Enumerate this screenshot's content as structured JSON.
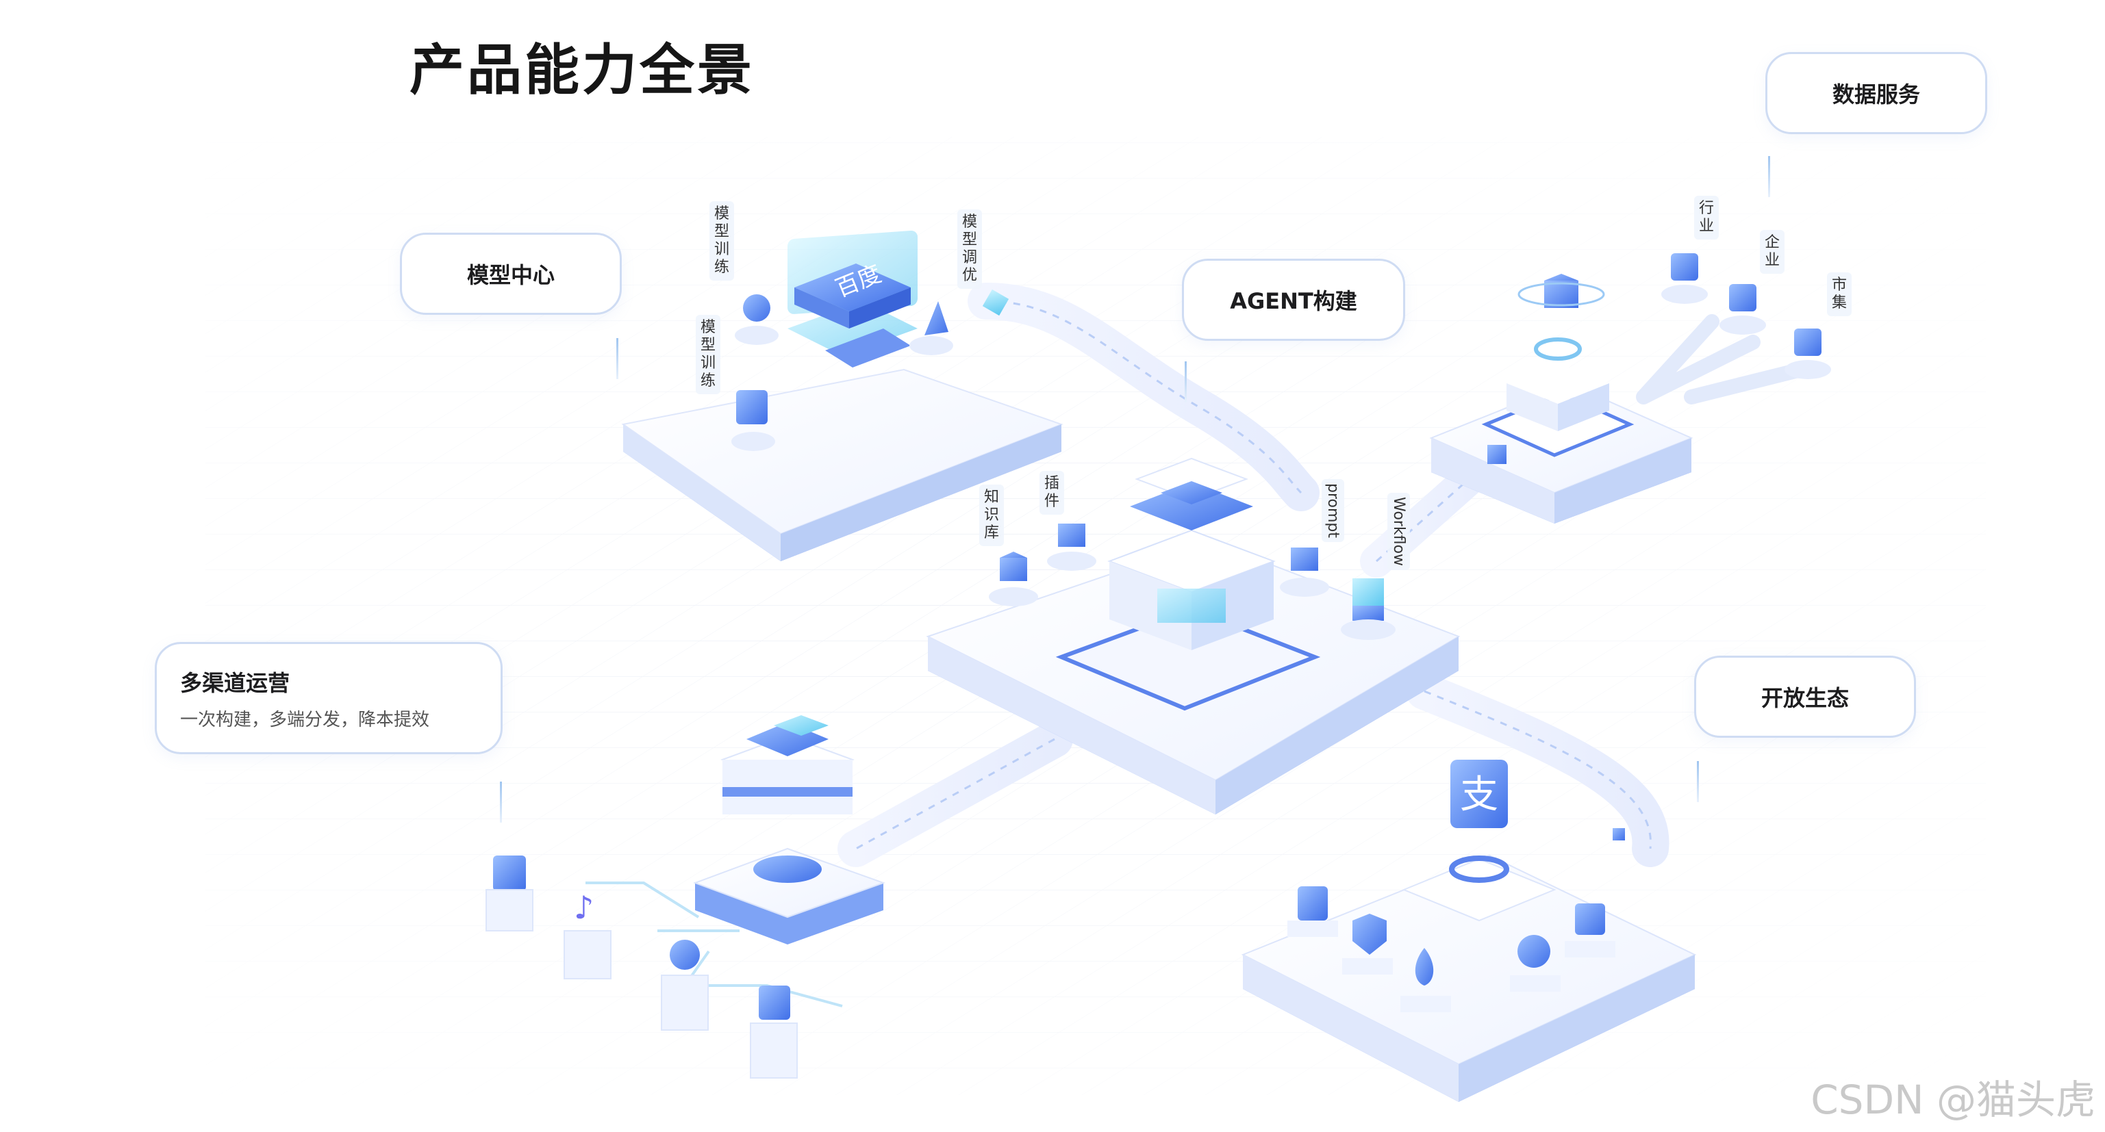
{
  "title": "产品能力全景",
  "cards": {
    "model_center": "模型中心",
    "agent_build": "AGENT构建",
    "data_service": "数据服务",
    "open_ecosystem": "开放生态",
    "multi_channel": {
      "title": "多渠道运营",
      "subtitle": "一次构建，多端分发，降本提效"
    }
  },
  "model_labels": {
    "train_top": "模型训练",
    "train_left": "模型训练",
    "tune": "模型调优",
    "chip": "百度"
  },
  "agent_labels": {
    "knowledge": "知识库",
    "plugin": "插件",
    "prompt": "prompt",
    "workflow": "Workflow"
  },
  "data_labels": {
    "industry": "行业",
    "enterprise": "企业",
    "market": "市集"
  },
  "watermark": "CSDN @猫头虎",
  "colors": {
    "accent": "#4d7ff0",
    "platform_top": "#f7f9ff",
    "platform_edge": "#6f95f2",
    "line": "#d9e4fa"
  },
  "icons": {
    "agent_core": "stacked-cube-icon",
    "model_chip": "chip-icon",
    "data_core": "globe-cube-icon",
    "multi_core": "stacked-box-icon",
    "open_core": "alipay-icon",
    "channels": [
      "wechat-icon",
      "douyin-icon",
      "bot-icon",
      "alipay-icon"
    ],
    "open_apps": [
      "user-icon",
      "shield-icon",
      "drop-icon",
      "globe-icon",
      "wallet-icon"
    ]
  }
}
